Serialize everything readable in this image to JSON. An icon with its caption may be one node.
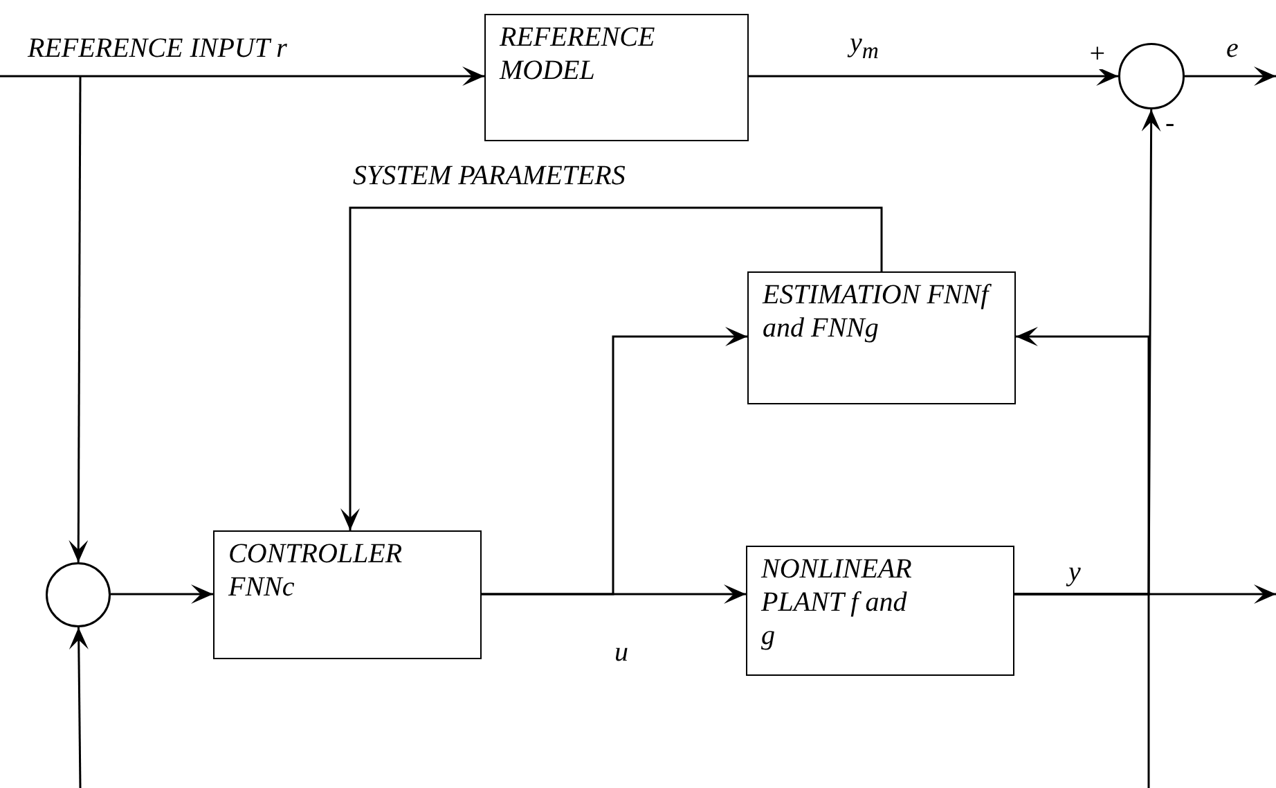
{
  "diagram": {
    "nodes": [
      {
        "text": [
          "REFERENCE MODEL"
        ]
      },
      {
        "text": [],
        "shape": "circle"
      },
      {
        "text": [
          "ESTIMATION FNNf and FNNg"
        ]
      },
      {
        "text": [
          "CONTROLLER FNNc"
        ]
      },
      {
        "text": [
          "NONLINEAR PLANT f and g"
        ]
      },
      {
        "text": [],
        "shape": "circle"
      }
    ],
    "edges": [
      {
        "from": null,
        "to": 0,
        "arrow": "to",
        "label": "REFERENCE INPUT  r"
      },
      {
        "from": null,
        "to": 5,
        "arrow": "to"
      },
      {
        "from": 0,
        "to": 1,
        "arrow": "to",
        "label": "y$_{m}$"
      },
      {
        "from": 1,
        "to": null,
        "arrow": "to",
        "label": "e"
      },
      {
        "from": 2,
        "to": 3,
        "arrow": "to",
        "label": "SYSTEM PARAMETERS"
      },
      {
        "from": 5,
        "to": 3,
        "arrow": "to"
      },
      {
        "from": 3,
        "to": 4,
        "arrow": "to",
        "label": "u"
      },
      {
        "from": 3,
        "to": 2,
        "arrow": "to"
      },
      {
        "from": 4,
        "to": null,
        "arrow": "to",
        "label": "y"
      },
      {
        "from": 4,
        "to": 1,
        "arrow": "to"
      },
      {
        "from": 4,
        "to": 2,
        "arrow": "to"
      },
      {
        "from": 4,
        "to": null,
        "arrow": "none"
      },
      {
        "from": null,
        "to": 5,
        "arrow": "to"
      }
    ],
    "labels": [
      "+",
      "-"
    ]
  }
}
